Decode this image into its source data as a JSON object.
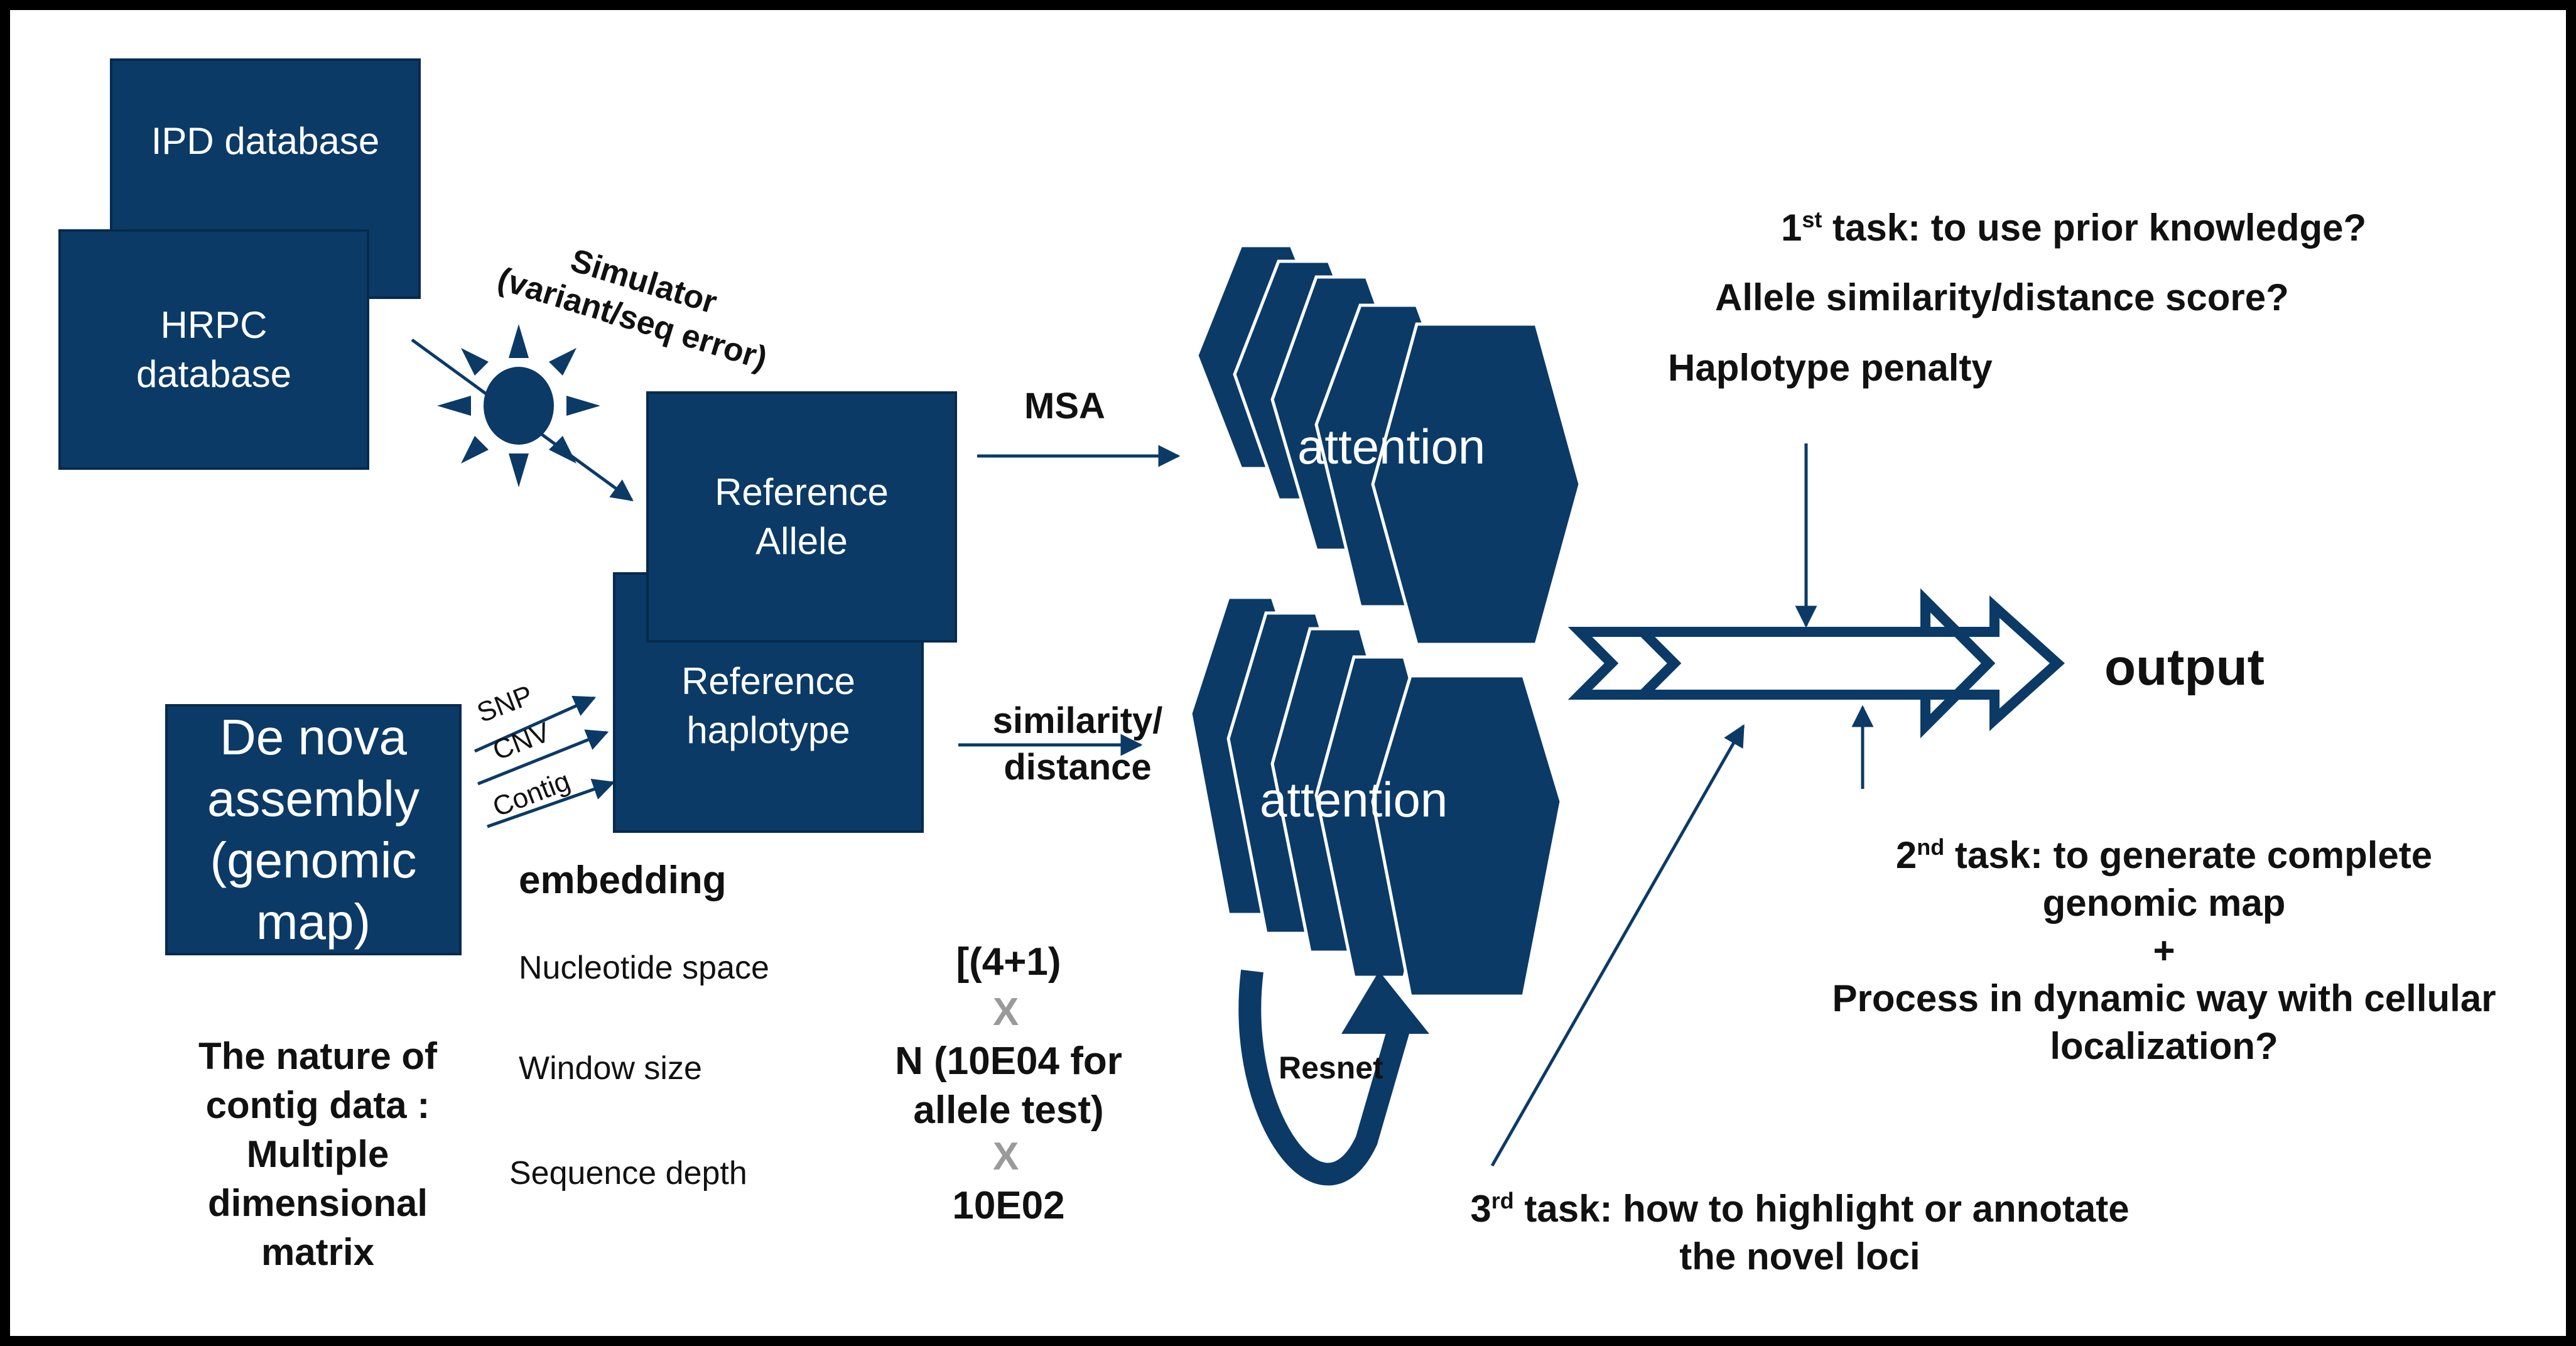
{
  "colors": {
    "navy": "#0b3a66",
    "navy_dark": "#062a4d",
    "text": "#111111",
    "x_gray": "#9a9a9a"
  },
  "boxes": {
    "ipd": "IPD database",
    "hrpc": "HRPC\ndatabase",
    "ref_allele": "Reference\nAllele",
    "ref_haplotype": "Reference\nhaplotype",
    "de_nova": "De nova\nassembly\n(genomic\nmap)"
  },
  "simulator": "Simulator\n(variant/seq error)",
  "edge_labels": {
    "msa": "MSA",
    "similarity": "similarity/\ndistance",
    "snp": "SNP",
    "cnv": "CNV",
    "contig": "Contig",
    "resnet": "Resnet"
  },
  "attention": {
    "top": "attention",
    "bottom": "attention"
  },
  "output": "output",
  "embedding": {
    "title": "embedding",
    "rows": [
      {
        "label": "Nucleotide space",
        "value": "[(4+1)"
      },
      {
        "label": "Window size",
        "value": "N (10E04 for\nallele test)"
      },
      {
        "label": "Sequence depth",
        "value": "10E02"
      }
    ],
    "times": "X"
  },
  "contig_note": "The nature of\ncontig data :\nMultiple\ndimensional\nmatrix",
  "tasks": {
    "first_ord": "1",
    "first_sup": "st",
    "first_text": " task: to use prior knowledge?",
    "allele_score": "Allele similarity/distance score?",
    "haplotype_penalty": "Haplotype penalty",
    "second_ord": "2",
    "second_sup": "nd",
    "second_text": " task: to generate complete\ngenomic map\n+\nProcess in dynamic way with cellular\nlocalization?",
    "third_ord": "3",
    "third_sup": "rd",
    "third_text": " task: how to highlight or annotate\nthe novel loci"
  }
}
